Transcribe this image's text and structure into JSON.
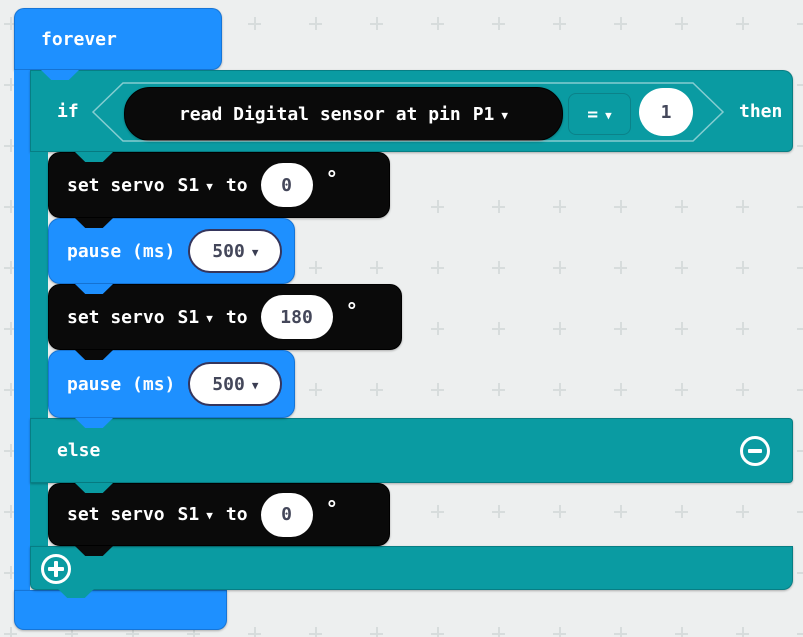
{
  "canvas": {
    "background_color": "#edefef",
    "grid_plus_color": "#d7dcdc"
  },
  "palette": {
    "basic_blue": "#1e90ff",
    "logic_teal": "#0a9ba2",
    "extension_black": "#0a0a0a",
    "field_text": "#44475a",
    "block_text": "#ffffff"
  },
  "forever": {
    "label": "forever"
  },
  "if_block": {
    "if_label": "if",
    "then_label": "then",
    "else_label": "else",
    "condition": {
      "reporter_label": "read Digital sensor at pin",
      "pin": "P1",
      "operator": "=",
      "value": "1"
    },
    "icons": {
      "collapse": "minus-circle",
      "add_branch": "plus-circle"
    }
  },
  "then_branch": {
    "set_servo_1": {
      "prefix": "set servo",
      "servo": "S1",
      "to": "to",
      "angle": "0",
      "unit": "°"
    },
    "pause_1": {
      "label": "pause (ms)",
      "duration": "500"
    },
    "set_servo_2": {
      "prefix": "set servo",
      "servo": "S1",
      "to": "to",
      "angle": "180",
      "unit": "°"
    },
    "pause_2": {
      "label": "pause (ms)",
      "duration": "500"
    }
  },
  "else_branch": {
    "set_servo_3": {
      "prefix": "set servo",
      "servo": "S1",
      "to": "to",
      "angle": "0",
      "unit": "°"
    }
  }
}
